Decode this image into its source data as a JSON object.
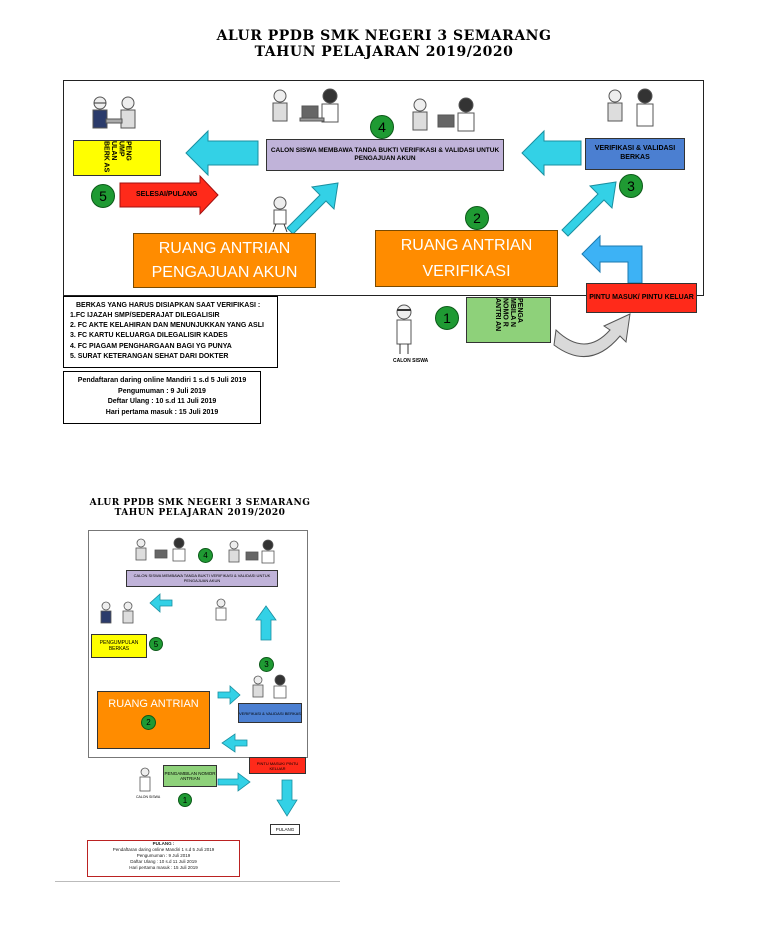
{
  "top": {
    "title_line1": "ALUR PPDB SMK NEGERI 3 SEMARANG",
    "title_line2": "TAHUN PELAJARAN 2019/2020",
    "step4_box": "CALON SISWA MEMBAWA TANDA BUKTI VERIFIKASI & VALIDASI UNTUK PENGAJUAN AKUN",
    "verifikasi_box": "VERIFIKASI & VALIDASI BERKAS",
    "pengumpulan_box": "PENG UMP ULAN BERK AS",
    "selesai_label": "SELESAI/PULANG",
    "antrian_akun_line1": "RUANG ANTRIAN",
    "antrian_akun_line2": "PENGAJUAN AKUN",
    "antrian_verif_line1": "RUANG ANTRIAN",
    "antrian_verif_line2": "VERIFIKASI",
    "pintu_label": "PINTU MASUK/ PINTU KELUAR",
    "pengambilan_box": "PENGA MBILA N NOMO R ANTRI AN",
    "calon_siswa": "CALON SISWA",
    "steps": [
      "1",
      "2",
      "3",
      "4",
      "5"
    ],
    "berkas_title": "BERKAS YANG HARUS DISIAPKAN SAAT VERIFIKASI :",
    "berkas_items": [
      "1.FC IJAZAH SMP/SEDERAJAT DILEGALISIR",
      "2. FC AKTE KELAHIRAN DAN MENUNJUKKAN YANG ASLI",
      "3. FC KARTU KELUARGA DILEGALISIR KADES",
      "4. FC PIAGAM PENGHARGAAN BAGI YG PUNYA",
      "5. SURAT KETERANGAN SEHAT DARI DOKTER"
    ],
    "jadwal": [
      "Pendaftaran daring online Mandiri 1 s.d 5 Juli 2019",
      "Pengumuman : 9 Juli 2019",
      "Deftar Ulang : 10 s.d 11 Juli 2019",
      "Hari pertama masuk : 15 Juli 2019"
    ]
  },
  "bottom": {
    "title_line1": "ALUR PPDB SMK NEGERI 3 SEMARANG",
    "title_line2": "TAHUN PELAJARAN 2019/2020",
    "step4_box": "CALON SISWA MEMBAWA TANDA BUKTI VERIFIKASI & VALIDASI UNTUK PENGAJUAN AKUN",
    "pengumpulan_box": "PENGUMPULAN BERKAS",
    "antrian": "RUANG ANTRIAN",
    "verifikasi_box": "VERIFIKASI & VALIDASI BERKAS",
    "pintu_label": "PINTU MASUK/ PINTU KELUAR",
    "pengambilan_box": "PENGAMBILAN NOMOR ANTRIAN",
    "calon_siswa": "CALON SISWA",
    "pulang": "PULANG",
    "steps": [
      "1",
      "2",
      "3",
      "4",
      "5"
    ],
    "jadwal_title": "PULANG :",
    "jadwal": [
      "Pendaftaran daring online Mandiri 1 s.d 5 Juli 2019",
      "Pengumuman : 9 Juli 2019",
      "Daftar Ulang : 10 s.d 11 Juli 2019",
      "Hari pertama masuk : 15 Juli 2019"
    ]
  },
  "colors": {
    "purple_box": "#c0b3d9",
    "blue_box": "#4b7fd1",
    "yellow_box": "#ffff00",
    "orange_box": "#ff8c00",
    "green_box": "#8ed17a",
    "red_box": "#ff2a1a",
    "cyan_arrow": "#33d1e6",
    "step_circle": "#1f9a33"
  }
}
